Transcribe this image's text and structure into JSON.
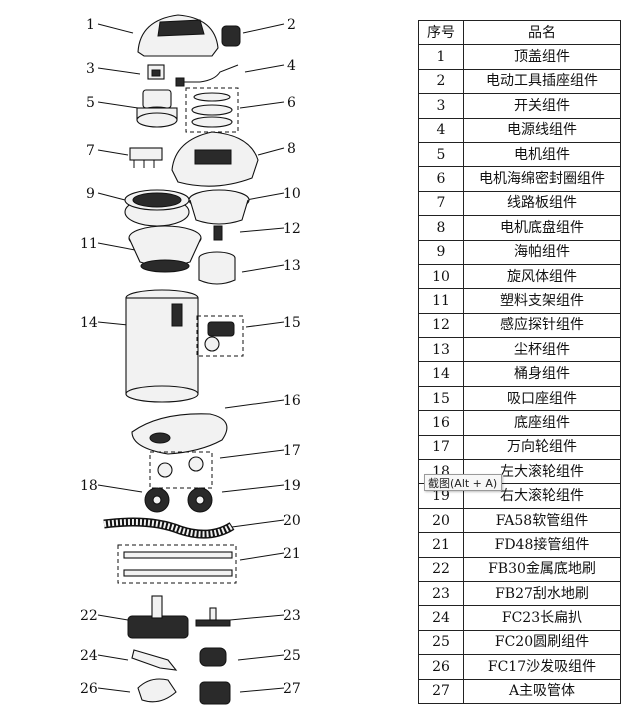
{
  "table": {
    "header": [
      "序号",
      "品名"
    ],
    "rows": [
      [
        "1",
        "顶盖组件"
      ],
      [
        "2",
        "电动工具插座组件"
      ],
      [
        "3",
        "开关组件"
      ],
      [
        "4",
        "电源线组件"
      ],
      [
        "5",
        "电机组件"
      ],
      [
        "6",
        "电机海绵密封圈组件"
      ],
      [
        "7",
        "线路板组件"
      ],
      [
        "8",
        "电机底盘组件"
      ],
      [
        "9",
        "海帕组件"
      ],
      [
        "10",
        "旋风体组件"
      ],
      [
        "11",
        "塑料支架组件"
      ],
      [
        "12",
        "感应探针组件"
      ],
      [
        "13",
        "尘杯组件"
      ],
      [
        "14",
        "桶身组件"
      ],
      [
        "15",
        "吸口座组件"
      ],
      [
        "16",
        "底座组件"
      ],
      [
        "17",
        "万向轮组件"
      ],
      [
        "18",
        "左大滚轮组件"
      ],
      [
        "19",
        "右大滚轮组件"
      ],
      [
        "20",
        "FA58软管组件"
      ],
      [
        "21",
        "FD48接管组件"
      ],
      [
        "22",
        "FB30金属底地刷"
      ],
      [
        "23",
        "FB27刮水地刷"
      ],
      [
        "24",
        "FC23长扁扒"
      ],
      [
        "25",
        "FC20圆刷组件"
      ],
      [
        "26",
        "FC17沙发吸组件"
      ],
      [
        "27",
        "A主吸管体"
      ]
    ]
  },
  "tooltip": "截图(Alt + A)",
  "callouts": [
    "1",
    "2",
    "3",
    "4",
    "5",
    "6",
    "7",
    "8",
    "9",
    "10",
    "11",
    "12",
    "13",
    "14",
    "15",
    "16",
    "17",
    "18",
    "19",
    "20",
    "21",
    "22",
    "23",
    "24",
    "25",
    "26",
    "27"
  ]
}
